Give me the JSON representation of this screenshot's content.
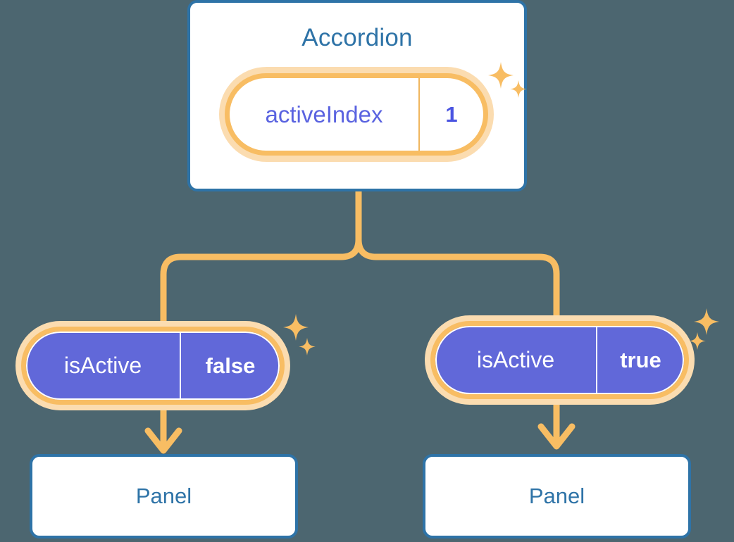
{
  "diagram": {
    "title_text": "Accordion",
    "background_color": "#4c6670",
    "accent_blue": "#2e73a7",
    "accent_orange": "#f8bd63",
    "accent_orange_light": "#fbdcb0",
    "accent_purple": "#6168d9",
    "value_purple": "#4a54e1"
  },
  "root": {
    "label": "Accordion",
    "state": {
      "key": "activeIndex",
      "value": "1"
    }
  },
  "children": [
    {
      "state": {
        "key": "isActive",
        "value": "false"
      },
      "panel": {
        "label": "Panel"
      }
    },
    {
      "state": {
        "key": "isActive",
        "value": "true"
      },
      "panel": {
        "label": "Panel"
      }
    }
  ],
  "icons": {
    "sparkle_large": "sparkle-large-icon",
    "sparkle_small": "sparkle-small-icon"
  }
}
